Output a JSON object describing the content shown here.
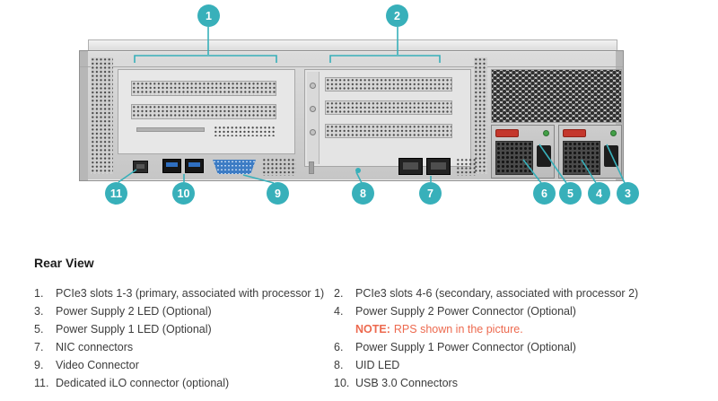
{
  "colors": {
    "callout": "#38b0ba",
    "note": "#ed6a4f",
    "heading_text": "#1b1b1b",
    "body_text": "#3c3c3c"
  },
  "callouts": {
    "c1": "1",
    "c2": "2",
    "c3": "3",
    "c4": "4",
    "c5": "5",
    "c6": "6",
    "c7": "7",
    "c8": "8",
    "c9": "9",
    "c10": "10",
    "c11": "11"
  },
  "legend": {
    "heading": "Rear View",
    "rows": [
      {
        "l_num": "1.",
        "l_text": "PCIe3 slots 1-3 (primary, associated with processor 1)",
        "r_num": "2.",
        "r_text": "PCIe3 slots 4-6 (secondary, associated with processor 2)"
      },
      {
        "l_num": "3.",
        "l_text": "Power Supply 2 LED (Optional)",
        "r_num": "4.",
        "r_text": "Power Supply 2 Power Connector (Optional)"
      },
      {
        "l_num": "5.",
        "l_text": "Power Supply 1 LED (Optional)",
        "r_num": "",
        "r_note_label": "NOTE:",
        "r_note_text": "RPS shown in the picture."
      },
      {
        "l_num": "7.",
        "l_text": "NIC connectors",
        "r_num": "6.",
        "r_text": "Power Supply 1 Power Connector (Optional)"
      },
      {
        "l_num": "9.",
        "l_text": "Video Connector",
        "r_num": "8.",
        "r_text": "UID LED"
      },
      {
        "l_num": "11.",
        "l_text": "Dedicated iLO connector (optional)",
        "r_num": "10.",
        "r_text": "USB 3.0 Connectors"
      }
    ]
  }
}
